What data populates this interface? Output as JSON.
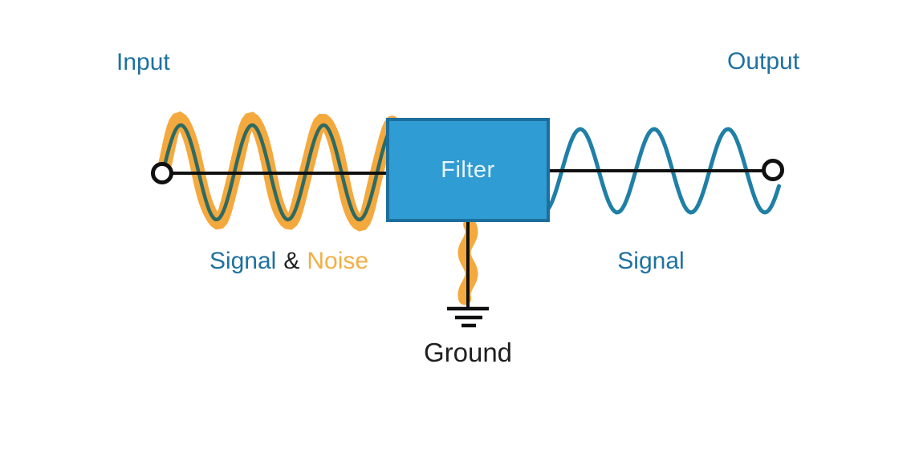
{
  "diagram": {
    "input_label": "Input",
    "output_label": "Output",
    "filter_label": "Filter",
    "left_caption": {
      "signal": "Signal",
      "ampersand": "&",
      "noise": "Noise"
    },
    "right_caption": "Signal",
    "ground_label": "Ground"
  },
  "colors": {
    "background": "#FFFFFF",
    "label_blue": "#1F71A1",
    "noise_orange": "#F4A93E",
    "noise_text_orange": "#F1AF44",
    "signal_blue": "#1F7FA6",
    "signal_dark_teal": "#2F6A62",
    "filter_fill": "#2F9CD3",
    "filter_border": "#1C6F9D",
    "filter_text": "#E9F4FB",
    "wire_black": "#101010",
    "ground_text": "#1F1F1F"
  }
}
